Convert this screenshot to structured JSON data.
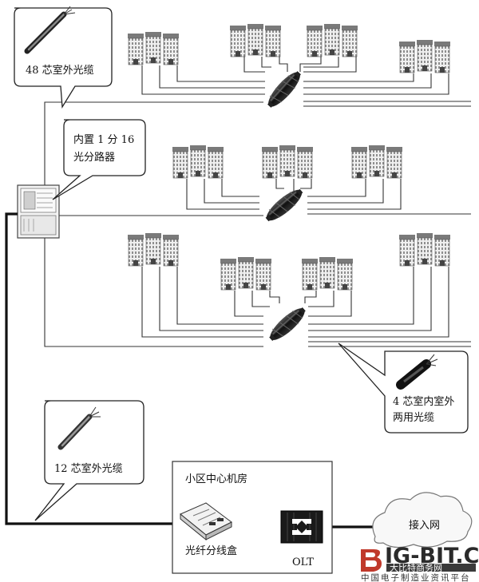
{
  "callouts": {
    "cable48": "48 芯室外光缆",
    "splitter": [
      "内置 1 分 16",
      "光分路器"
    ],
    "cable4": [
      "4 芯室内室外",
      "两用光缆"
    ],
    "cable12": "12 芯室外光缆"
  },
  "room": {
    "title": "小区中心机房",
    "odf_label": "光纤分线盒",
    "olt_label": "OLT"
  },
  "cloud_label": "接入网",
  "watermark": {
    "brand": "IG-BIT.COM",
    "slogan": "大比特商务网",
    "subtitle": "中国电子制造业资讯平台"
  }
}
